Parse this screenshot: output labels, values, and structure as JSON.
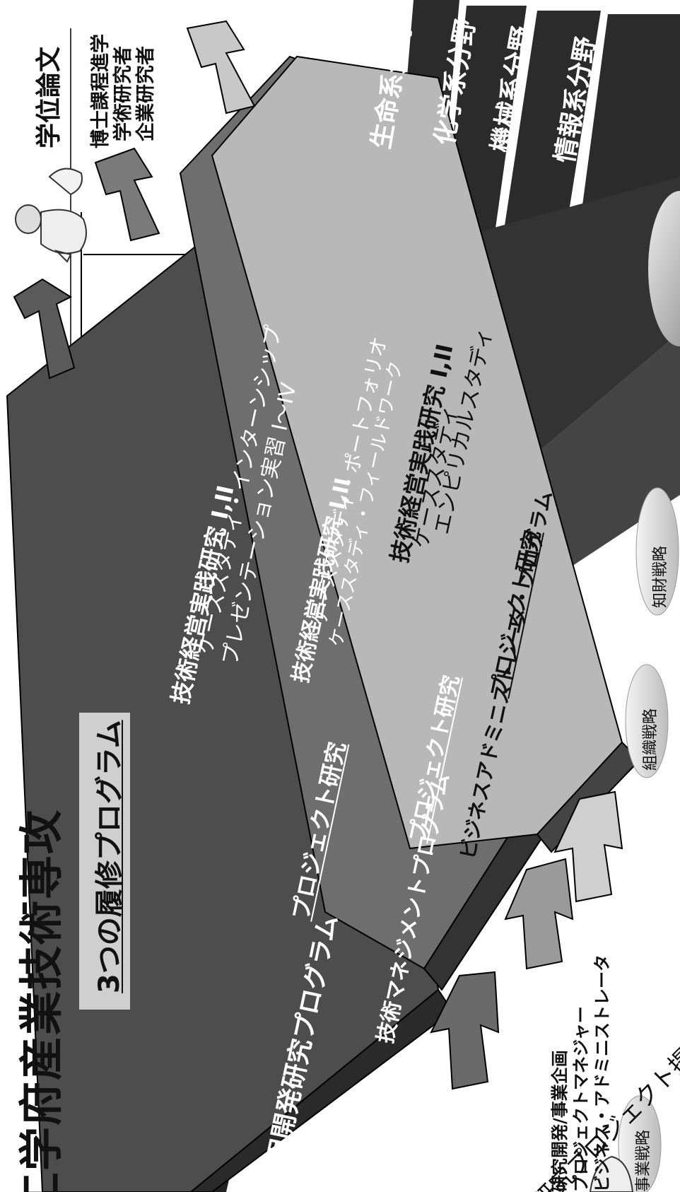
{
  "title": "工学府産業技術専攻",
  "subtitle": "3つの履修プログラム",
  "top_right": {
    "heading": "学位論文",
    "targets": [
      "博士課程進学",
      "学術研究者",
      "企業研究者"
    ]
  },
  "fields": [
    "生命系分野",
    "化学系分野",
    "機械系分野",
    "情報系分野"
  ],
  "programs": [
    {
      "name": "応用開発研究プログラム",
      "project": "プロジェクト研究",
      "items": [
        "技術経営実践研究 I,II",
        "ケーススタディ・インターンシップ",
        "プレゼンテーション実習 I～IV"
      ]
    },
    {
      "name": "技術マネジメントプログラム",
      "project": "プロジェクト研究",
      "items": [
        "技術経営実践研究 I,II",
        "ケーススタディ・ポートフォリオ",
        "ケーススタディ・フィールドワーク"
      ]
    },
    {
      "name": "ビジネスアドミニストレータ・プログラム",
      "project": "プロジェクト研究",
      "items": [
        "技術経営実践研究 I,II",
        "ケーススタディ",
        "エンピリカルスタディ"
      ]
    }
  ],
  "bottom": {
    "proposal": "研究プロジェクト提案",
    "careers": [
      "研究開発/事業企画",
      "プロジェクトマネジャー",
      "ビジネス・アドミニストレータ"
    ]
  },
  "strategy_ovals": [
    "事業戦略",
    "組織戦略",
    "知財戦略"
  ],
  "colors": {
    "band1": "#4d4d4d",
    "band2": "#6e6e6e",
    "band3": "#b3b3b3",
    "dark_stripe": "#2b2b2b",
    "stripe": "#3a3a3a"
  }
}
